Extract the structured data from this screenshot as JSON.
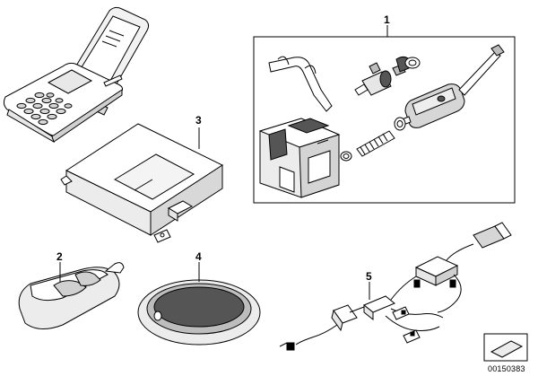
{
  "diagram": {
    "callouts": {
      "c1": "1",
      "c2": "2",
      "c3": "3",
      "c4": "4",
      "c5": "5"
    },
    "document_number": "00150383",
    "colors": {
      "line": "#000000",
      "light_fill": "#e6e6e6",
      "mid_fill": "#bdbdbd",
      "dark_fill": "#555555",
      "background": "#ffffff"
    },
    "parts": [
      "mobile-phone",
      "control-unit",
      "remote-key-fob",
      "round-display-unit",
      "heater-kit",
      "wiring-harness"
    ]
  }
}
